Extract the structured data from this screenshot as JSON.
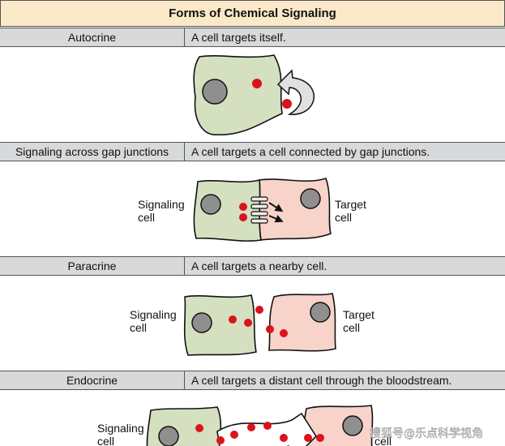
{
  "title": "Forms of Chemical Signaling",
  "rows": [
    {
      "name": "Autocrine",
      "description": "A cell targets itself."
    },
    {
      "name": "Signaling across gap junctions",
      "description": "A cell targets a cell connected by gap junctions."
    },
    {
      "name": "Paracrine",
      "description": "A cell targets a nearby cell."
    },
    {
      "name": "Endocrine",
      "description": "A cell targets a distant cell through the bloodstream."
    }
  ],
  "labels": {
    "signaling_line1": "Signaling",
    "signaling_line2": "cell",
    "target_line1": "Target",
    "target_line2": "cell"
  },
  "watermark": "搜狐号@乐点科学视角",
  "colors": {
    "signaling_cell": "#d4e0bf",
    "target_cell": "#f8d3c9",
    "nucleus": "#8f8f8f",
    "signal_molecule": "#d8141c",
    "header_bar": "#d8d9da",
    "title_bar": "#fbe8c8"
  }
}
